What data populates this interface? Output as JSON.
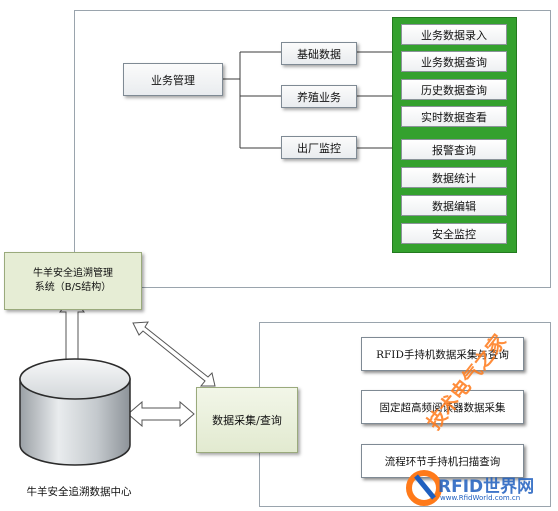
{
  "top_tree": {
    "root": "业务管理",
    "branches": [
      "基础数据",
      "养殖业务",
      "出厂监控"
    ],
    "functions": [
      "业务数据录入",
      "业务数据查询",
      "历史数据查询",
      "实时数据查看",
      "报警查询",
      "数据统计",
      "数据编辑",
      "安全监控"
    ]
  },
  "system_box": {
    "line1": "牛羊安全追溯管理",
    "line2": "系统（B/S结构）"
  },
  "database": {
    "label": "牛羊安全追溯数据中心"
  },
  "data_collection": {
    "label": "数据采集/查询"
  },
  "collection_methods": [
    "RFID手持机数据采集与查询",
    "固定超高频阅读器数据采集",
    "流程环节手持机扫描查询"
  ],
  "watermark": {
    "text1": "技术电气之家",
    "text2": "RFID世界网",
    "text3": "www.RfidWorld.com.cn"
  },
  "colors": {
    "green_panel": "#34a12e",
    "system_box": "#e6edd5",
    "watermark": "#ff7a1a"
  }
}
